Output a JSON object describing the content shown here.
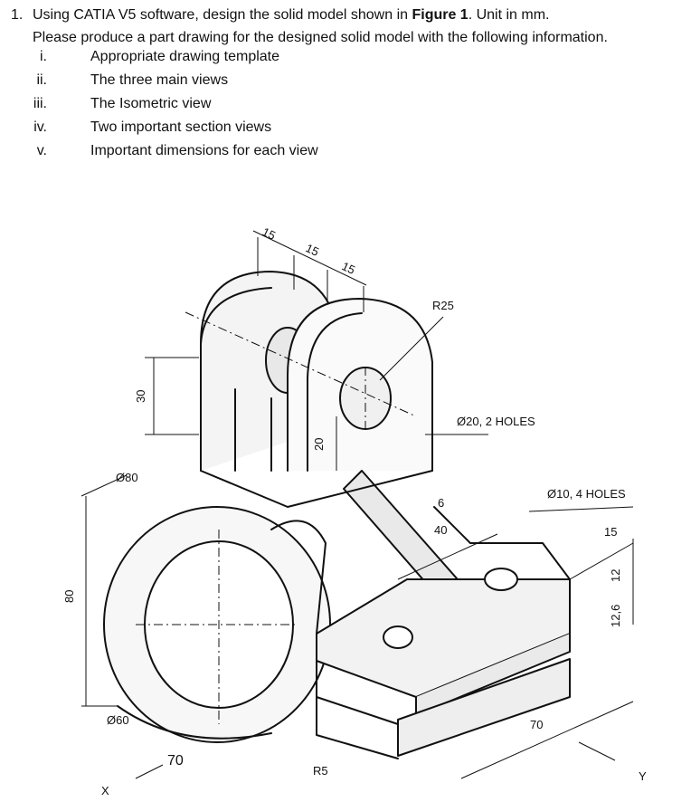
{
  "question": {
    "number": "1.",
    "line1_a": "Using CATIA V5 software, design the solid model shown in ",
    "line1_bold": "Figure 1",
    "line1_b": ". Unit in mm.",
    "line2": "Please produce a part drawing for the designed solid model with the following information.",
    "items": [
      {
        "roman": "i.",
        "text": "Appropriate drawing template"
      },
      {
        "roman": "ii.",
        "text": "The three main views"
      },
      {
        "roman": "iii.",
        "text": "The Isometric view"
      },
      {
        "roman": "iv.",
        "text": "Two important section views"
      },
      {
        "roman": "v.",
        "text": "Important dimensions for each view"
      }
    ]
  },
  "figure": {
    "dims": {
      "top15a": "15",
      "top15b": "15",
      "top15c": "15",
      "r25": "R25",
      "hole20": "Ø20, 2 HOLES",
      "d30": "30",
      "d20": "20",
      "d80dia": "Ø80",
      "hole10": "Ø10, 4 HOLES",
      "d15": "15",
      "d6": "6",
      "d40": "40",
      "d12": "12",
      "d126": "12,6",
      "d80": "80",
      "d60": "Ø60",
      "d70": "70",
      "d70b": "70",
      "r5": "R5",
      "ax_x": "X",
      "ax_y": "Y"
    }
  }
}
